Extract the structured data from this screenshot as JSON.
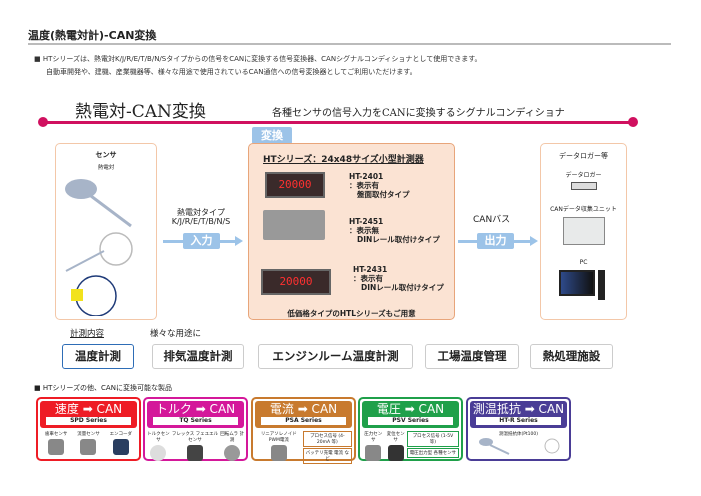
{
  "header": {
    "title": "温度(熱電対計)-CAN変換"
  },
  "intro": {
    "line1": "■ HTシリーズは、熱電対K/J/R/E/T/B/N/Sタイプからの信号をCANに変換する信号変換器、CANシグナルコンディショナとして使用できます。",
    "line2": "自動車開発や、建機、産業機器等、様々な用途で使用されているCAN通信への信号変換器としてご利用いただけます。"
  },
  "diagram": {
    "heading": "熱電対-CAN変換",
    "subheading": "各種センサの信号入力をCANに変換するシグナルコンディショナ",
    "convert_tab": "変換",
    "sensor": {
      "title": "センサ",
      "sub": "熱電対"
    },
    "input": {
      "label1": "熱電対タイプ",
      "label2": "K/J/R/E/T/B/N/S",
      "pill": "入力"
    },
    "ht": {
      "title": "HTシリーズ：24x48サイズ小型計測器",
      "display": "20000",
      "products": [
        {
          "model": "HT-2401",
          "l1": "：表示有",
          "l2": "盤面取付タイプ"
        },
        {
          "model": "HT-2451",
          "l1": "：表示無",
          "l2": "DINレール取付けタイプ"
        },
        {
          "model": "HT-2431",
          "l1": "：表示有",
          "l2": "DINレール取付けタイプ"
        }
      ],
      "footer": "低価格タイプのHTLシリーズもご用意"
    },
    "output": {
      "label": "CANバス",
      "pill": "出力"
    },
    "logger": {
      "title": "データロガー等",
      "items": [
        "データロガー",
        "CANデータ収集ユニット",
        "PC"
      ]
    }
  },
  "uses": {
    "label1": "計測内容",
    "label2": "様々な用途に",
    "buttons": [
      "温度計測",
      "排気温度計測",
      "エンジンルーム温度計測",
      "工場温度管理",
      "熱処理施設"
    ]
  },
  "others": {
    "heading": "■ HTシリーズの他、CANに変換可能な製品",
    "cards": [
      {
        "title": "速度 ➡ CAN",
        "series": "SPD Series",
        "color": "#ee1c25",
        "items": [
          "歯車センサ",
          "流量センサ",
          "エンコーダ"
        ]
      },
      {
        "title": "トルク ➡ CAN",
        "series": "TQ Series",
        "color": "#d4189a",
        "items": [
          "トルクセンサ",
          "フレックス フェユエルセンサ",
          "回転ムラ 計測"
        ]
      },
      {
        "title": "電流 ➡ CAN",
        "series": "PSA Series",
        "color": "#c87a2e",
        "items": [
          "リニアソレノイド PWM電流",
          "プロセス信号 (4-20mA 等)",
          "バッテリ充電 電流 など"
        ]
      },
      {
        "title": "電圧 ➡ CAN",
        "series": "PSV Series",
        "color": "#1fa04a",
        "items": [
          "圧力センサ",
          "変位センサ",
          "プロセス信号 (1-5V 等)",
          "電圧出力型 各種センサ"
        ]
      },
      {
        "title": "測温抵抗 ➡ CAN",
        "series": "HT-R Series",
        "color": "#4a3d96",
        "items": [
          "測温抵抗体(Pt100)"
        ]
      }
    ]
  }
}
